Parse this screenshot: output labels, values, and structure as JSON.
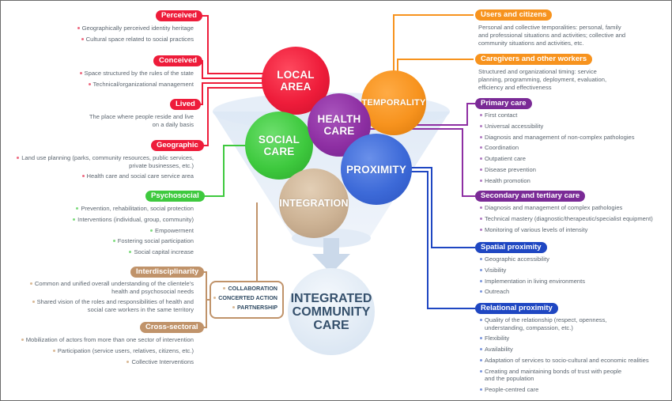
{
  "colors": {
    "local_area": "#ee1c3a",
    "temporality": "#f7931e",
    "health_care": "#8e2fa3",
    "social_care": "#3ec93e",
    "proximity": "#2e5fd4",
    "integration": "#c29a72",
    "text": "#5c6670",
    "final_text": "#35506c"
  },
  "spheres": {
    "local_area": [
      "LOCAL",
      "AREA"
    ],
    "temporality": [
      "TEMPORALITY"
    ],
    "health_care": [
      "HEALTH",
      "CARE"
    ],
    "social_care": [
      "SOCIAL",
      "CARE"
    ],
    "proximity": [
      "PROXIMITY"
    ],
    "integration": [
      "INTEGRATION"
    ]
  },
  "result": [
    "INTEGRATED",
    "COMMUNITY",
    "CARE"
  ],
  "left": {
    "perceived": {
      "label": "Perceived",
      "items": [
        "Geographically perceived identity heritage",
        "Cultural space related to social practices"
      ]
    },
    "conceived": {
      "label": "Conceived",
      "items": [
        "Space structured by the rules of the state",
        "Technical/organizational management"
      ]
    },
    "lived": {
      "label": "Lived",
      "text": [
        "The place where people reside and live",
        "on a daily basis"
      ]
    },
    "geographic": {
      "label": "Geographic",
      "items": [
        "Land use planning (parks, community resources, public services,",
        "private businesses, etc.)",
        "Health care and social care service area"
      ]
    },
    "psychosocial": {
      "label": "Psychosocial",
      "items": [
        "Prevention, rehabilitation, social protection",
        "Interventions (individual, group, community)",
        "Empowerment",
        "Fostering social participation",
        "Social capital increase"
      ]
    },
    "interdisciplinarity": {
      "label": "Interdisciplinarity",
      "items": [
        "Common and unified overall understanding of the clientele's",
        "health and psychosocial needs",
        "Shared vision of the roles and responsibilities of health and",
        "social care workers in the same territory"
      ]
    },
    "cross_sectoral": {
      "label": "Cross-sectoral",
      "items": [
        "Mobilization of actors from more than one sector of intervention",
        "Participation (service users, relatives, citizens, etc.)",
        "Collective Interventions"
      ]
    }
  },
  "integration_box": [
    "COLLABORATION",
    "CONCERTED ACTION",
    "PARTNERSHIP"
  ],
  "right": {
    "users": {
      "label": "Users and citizens",
      "text": [
        "Personal and collective temporalities: personal, family",
        "and professional situations and activities; collective and",
        "community situations and activities, etc."
      ]
    },
    "caregivers": {
      "label": "Caregivers and other workers",
      "text": [
        "Structured and organizational timing: service",
        "planning, programming, deployment, evaluation,",
        "efficiency and effectiveness"
      ]
    },
    "primary": {
      "label": "Primary care",
      "items": [
        "First contact",
        "Universal accessibility",
        "Diagnosis and management of non-complex pathologies",
        "Coordination",
        "Outpatient care",
        "Disease prevention",
        "Health promotion"
      ]
    },
    "secondary": {
      "label": "Secondary and tertiary care",
      "items": [
        "Diagnosis and management of complex pathologies",
        "Technical mastery (diagnostic/therapeutic/specialist equipment)",
        "Monitoring of various levels of intensity"
      ]
    },
    "spatial": {
      "label": "Spatial proximity",
      "items": [
        "Geographic accessibility",
        "Visibility",
        "Implementation in living environments",
        "Outreach"
      ]
    },
    "relational": {
      "label": "Relational proximity",
      "items": [
        "Quality of the relationship (respect, openness,",
        "understanding, compassion, etc.)",
        "Flexibility",
        "Availability",
        "Adaptation of services to socio-cultural and economic realities",
        "Creating and maintaining bonds of trust with people",
        "and the population",
        "People-centred care"
      ]
    }
  }
}
